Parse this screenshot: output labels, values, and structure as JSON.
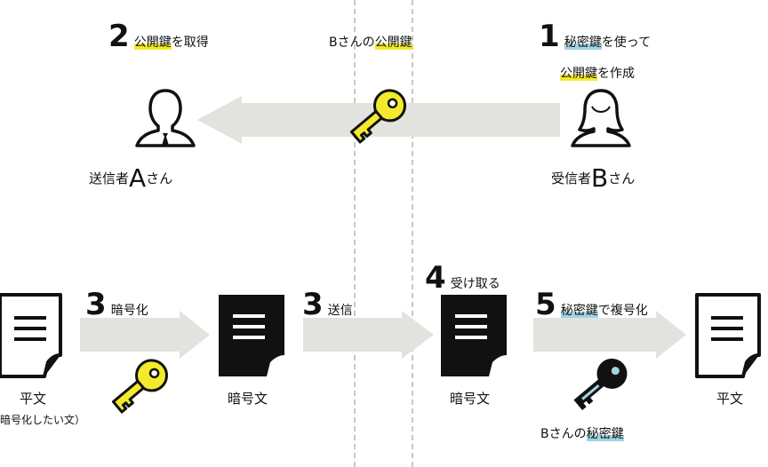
{
  "top": {
    "step1": {
      "num": "1",
      "line1": "秘密鍵",
      "line1b": "を使って",
      "line2": "公開鍵",
      "line2b": "を作成"
    },
    "step2": {
      "num": "2",
      "hl": "公開鍵",
      "rest": "を取得"
    },
    "pubkey_prefix": "Bさんの",
    "pubkey_hl": "公開鍵",
    "sender_prefix": "送信者",
    "sender_letter": "A",
    "sender_suffix": "さん",
    "receiver_prefix": "受信者",
    "receiver_letter": "B",
    "receiver_suffix": "さん"
  },
  "bottom": {
    "plain_label": "平文",
    "plain_sub": "暗号化したい文）",
    "step3a": {
      "num": "3",
      "text": "暗号化"
    },
    "cipher1_label": "暗号文",
    "step3b": {
      "num": "3",
      "text": "送信"
    },
    "step4": {
      "num": "4",
      "text": "受け取る"
    },
    "cipher2_label": "暗号文",
    "step5": {
      "num": "5",
      "hl": "秘密鍵",
      "rest": "で複号化"
    },
    "secretkey_prefix": "Bさんの",
    "secretkey_hl": "秘密鍵",
    "plain2_label": "平文"
  },
  "colors": {
    "key_yellow": "#f3ea2c",
    "key_blue": "#9fd4e3",
    "arrow_gray": "#e2e2de",
    "ink": "#111111"
  }
}
